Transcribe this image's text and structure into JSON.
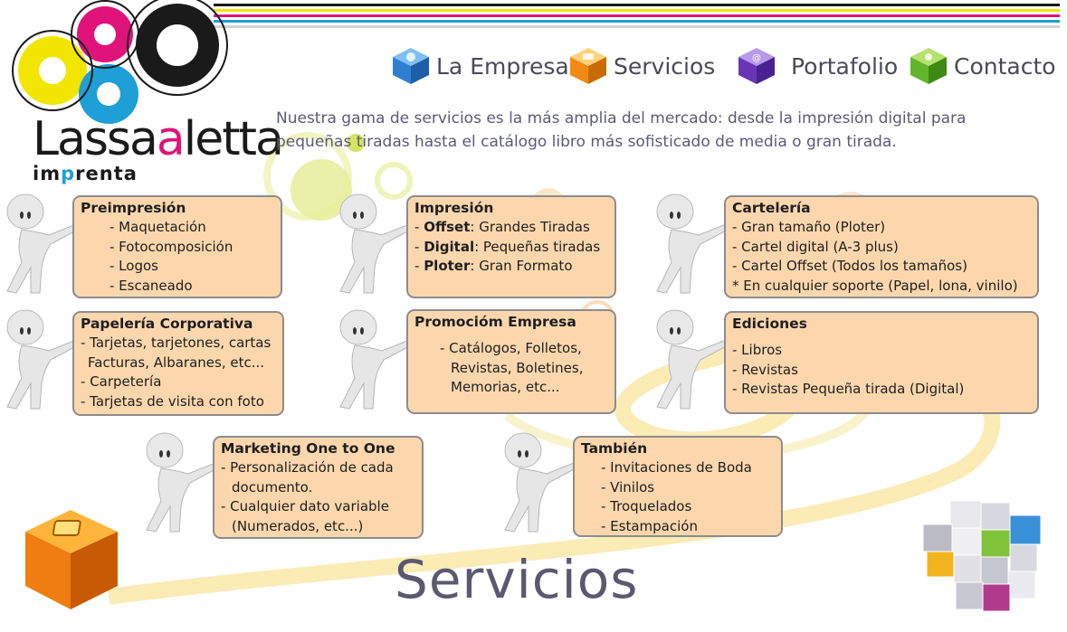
{
  "brand": {
    "name_a": "Lassa",
    "name_b": "a",
    "name_c": "letta",
    "sub_a": "im",
    "sub_b": "p",
    "sub_c": "renta"
  },
  "colors": {
    "magenta": "#e0137a",
    "cyan": "#1e9fd6",
    "yellow": "#f2e600",
    "black": "#1a1a1a",
    "box_fill": "#fcd7ad",
    "nav_text": "#4a4a56",
    "intro_text": "#5c5a78"
  },
  "nav": [
    {
      "label": "La Empresa",
      "icon": "blue-cube-icon",
      "color": "#2f7fd0"
    },
    {
      "label": "Servicios",
      "icon": "orange-cube-icon",
      "color": "#f08a12"
    },
    {
      "label": "Portafolio",
      "icon": "purple-cube-icon",
      "color": "#6a35b5"
    },
    {
      "label": "Contacto",
      "icon": "green-cube-icon",
      "color": "#63b52a"
    }
  ],
  "intro": "Nuestra gama de servicios es la más amplia del mercado: desde la impresión digital para pequeñas tiradas hasta el catálogo libro más sofisticado de media o gran tirada.",
  "sections": {
    "preimpresion": {
      "title": "Preimpresión",
      "items": [
        "- Maquetación",
        "- Fotocomposición",
        "- Logos",
        "- Escaneado"
      ]
    },
    "impresion": {
      "title": "Impresión",
      "items": [
        {
          "bold": "Offset",
          "rest": ": Grandes Tiradas"
        },
        {
          "bold": "Digital",
          "rest": ": Pequeñas tiradas"
        },
        {
          "bold": "Ploter",
          "rest": ": Gran Formato"
        }
      ]
    },
    "carteleria": {
      "title": "Cartelería",
      "items": [
        "- Gran tamaño (Ploter)",
        "- Cartel digital (A-3 plus)",
        "- Cartel Offset (Todos los tamaños)",
        "* En cualquier soporte (Papel, lona, vinilo)"
      ]
    },
    "papeleria": {
      "title": "Papelería Corporativa",
      "items": [
        "- Tarjetas, tarjetones, cartas",
        "Facturas, Albaranes, etc...",
        "- Carpetería",
        "- Tarjetas de visita con foto"
      ]
    },
    "promocion": {
      "title": "Promocióm Empresa",
      "items": [
        "- Catálogos, Folletos,",
        "Revistas, Boletines,",
        "Memorias, etc..."
      ]
    },
    "ediciones": {
      "title": "Ediciones",
      "items": [
        "- Libros",
        "- Revistas",
        "- Revistas Pequeña tirada (Digital)"
      ]
    },
    "marketing": {
      "title": "Marketing One to One",
      "items": [
        "- Personalización de cada",
        "documento.",
        "- Cualquier dato variable",
        "(Numerados, etc...)"
      ]
    },
    "tambien": {
      "title": "También",
      "items": [
        "- Invitaciones de Boda",
        "- Vinilos",
        "- Troquelados",
        "- Estampación"
      ]
    }
  },
  "footer": {
    "title": "Servicios"
  }
}
